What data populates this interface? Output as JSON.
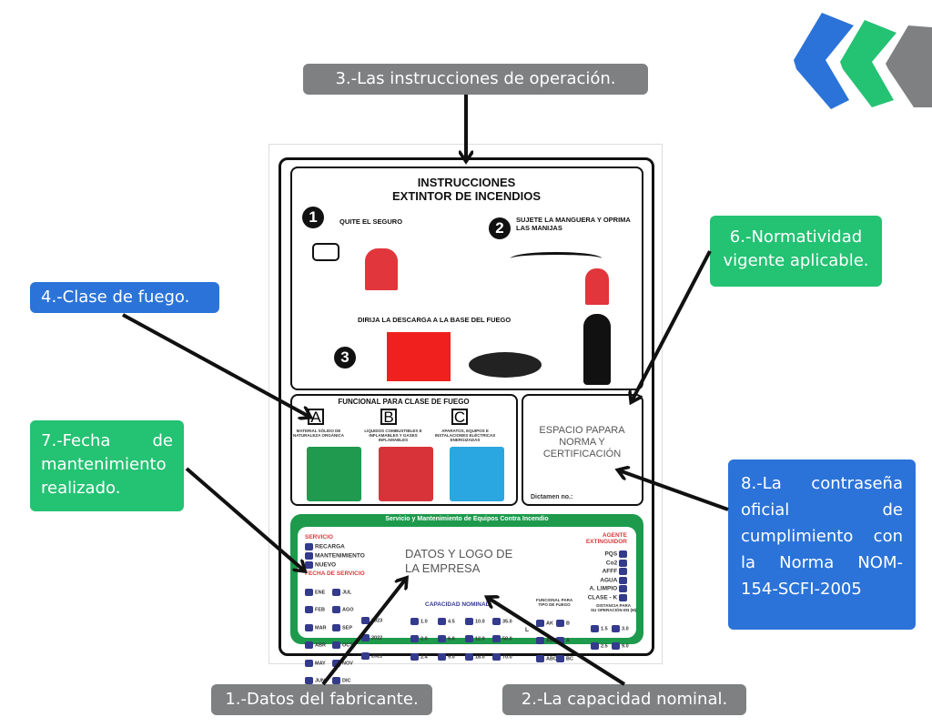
{
  "labels": {
    "l3": "3.-Las instrucciones de operación.",
    "l4": "4.-Clase de fuego.",
    "l6": [
      "6.-Normatividad",
      "vigente aplicable."
    ],
    "l7": [
      "7.-Fecha de",
      "mantenimiento",
      "realizado."
    ],
    "l8": [
      "8.-La contraseña",
      "oficial de",
      "cumplimiento con",
      "la Norma NOM-",
      "154-SCFI-2005"
    ],
    "l1": "1.-Datos del fabricante.",
    "l2": "2.-La capacidad nominal."
  },
  "sign": {
    "title": [
      "INSTRUCCIONES",
      "EXTINTOR DE INCENDIOS"
    ],
    "steps": [
      {
        "n": "1",
        "text": "QUITE EL SEGURO"
      },
      {
        "n": "2",
        "text": "SUJETE LA MANGUERA Y OPRIMA LAS MANIJAS"
      },
      {
        "n": "3",
        "text": "DIRIJA LA DESCARGA A LA BASE DEL FUEGO"
      }
    ],
    "classes_title": "FUNCIONAL PARA CLASE DE FUEGO",
    "classes": [
      {
        "letter": "A",
        "desc": "MATERIAL SÓLIDO DE NATURALEZA ORGÁNICA",
        "color": "#1f9a4e"
      },
      {
        "letter": "B",
        "desc": "LÍQUIDOS COMBUSTIBLES E INFLAMABLES Y GASES INFLAMABLES",
        "color": "#d9333a"
      },
      {
        "letter": "C",
        "desc": "APARATOS, EQUIPOS E INSTALACIONES ELÉCTRICAS ENERGIZADAS",
        "color": "#2aa6e0"
      }
    ],
    "cert": [
      "ESPACIO PAPARA",
      "NORMA Y",
      "CERTIFICACIÓN"
    ],
    "dictamen": "Dictamen no.:",
    "service_title": "Servicio y  Mantenimiento de Equipos Contra Incendio",
    "servicio_label": "SERVICIO",
    "servicio": [
      "RECARGA",
      "MANTENIMIENTO",
      "NUEVO"
    ],
    "fecha_label": "FECHA DE SERVICIO",
    "months": [
      "ENE",
      "JUL",
      "FEB",
      "AGO",
      "MAR",
      "SEP",
      "ABR",
      "OCT",
      "MAY",
      "NOV",
      "JUN",
      "DIC"
    ],
    "years": [
      "2023",
      "2022",
      "2021"
    ],
    "company": [
      "DATOS Y LOGO DE",
      "LA EMPRESA"
    ],
    "capacidad_label": "CAPACIDAD NOMINAL",
    "capacities": [
      "1.0",
      "4.5",
      "10.0",
      "35.0",
      "2.0",
      "6.0",
      "12.0",
      "50.0",
      "2.4",
      "9.0",
      "18.0",
      "70.0"
    ],
    "unit": "L",
    "agente_label": [
      "AGENTE",
      "EXTINGUIDOR"
    ],
    "agentes": [
      "PQS",
      "Co2",
      "AFFF",
      "AGUA",
      "A. LIMPIO",
      "CLASE - K"
    ],
    "funcional_label": [
      "FUNCIONAL PARA",
      "TIPO DE FUEGO"
    ],
    "tipos": [
      "AK",
      "B",
      "AB",
      "A",
      "ABC",
      "BC"
    ],
    "distancia_label": [
      "DISTANCIA PARA",
      "SU OPERACIÓN EN (M)"
    ],
    "distancias": [
      "1.5",
      "3.0",
      "2.5",
      "9.0"
    ]
  },
  "colors": {
    "blue": "#2b73d8",
    "green": "#24c273",
    "gray": "#7e8081",
    "sign_green": "#1e9a4c",
    "checkbox": "#343a8c"
  }
}
